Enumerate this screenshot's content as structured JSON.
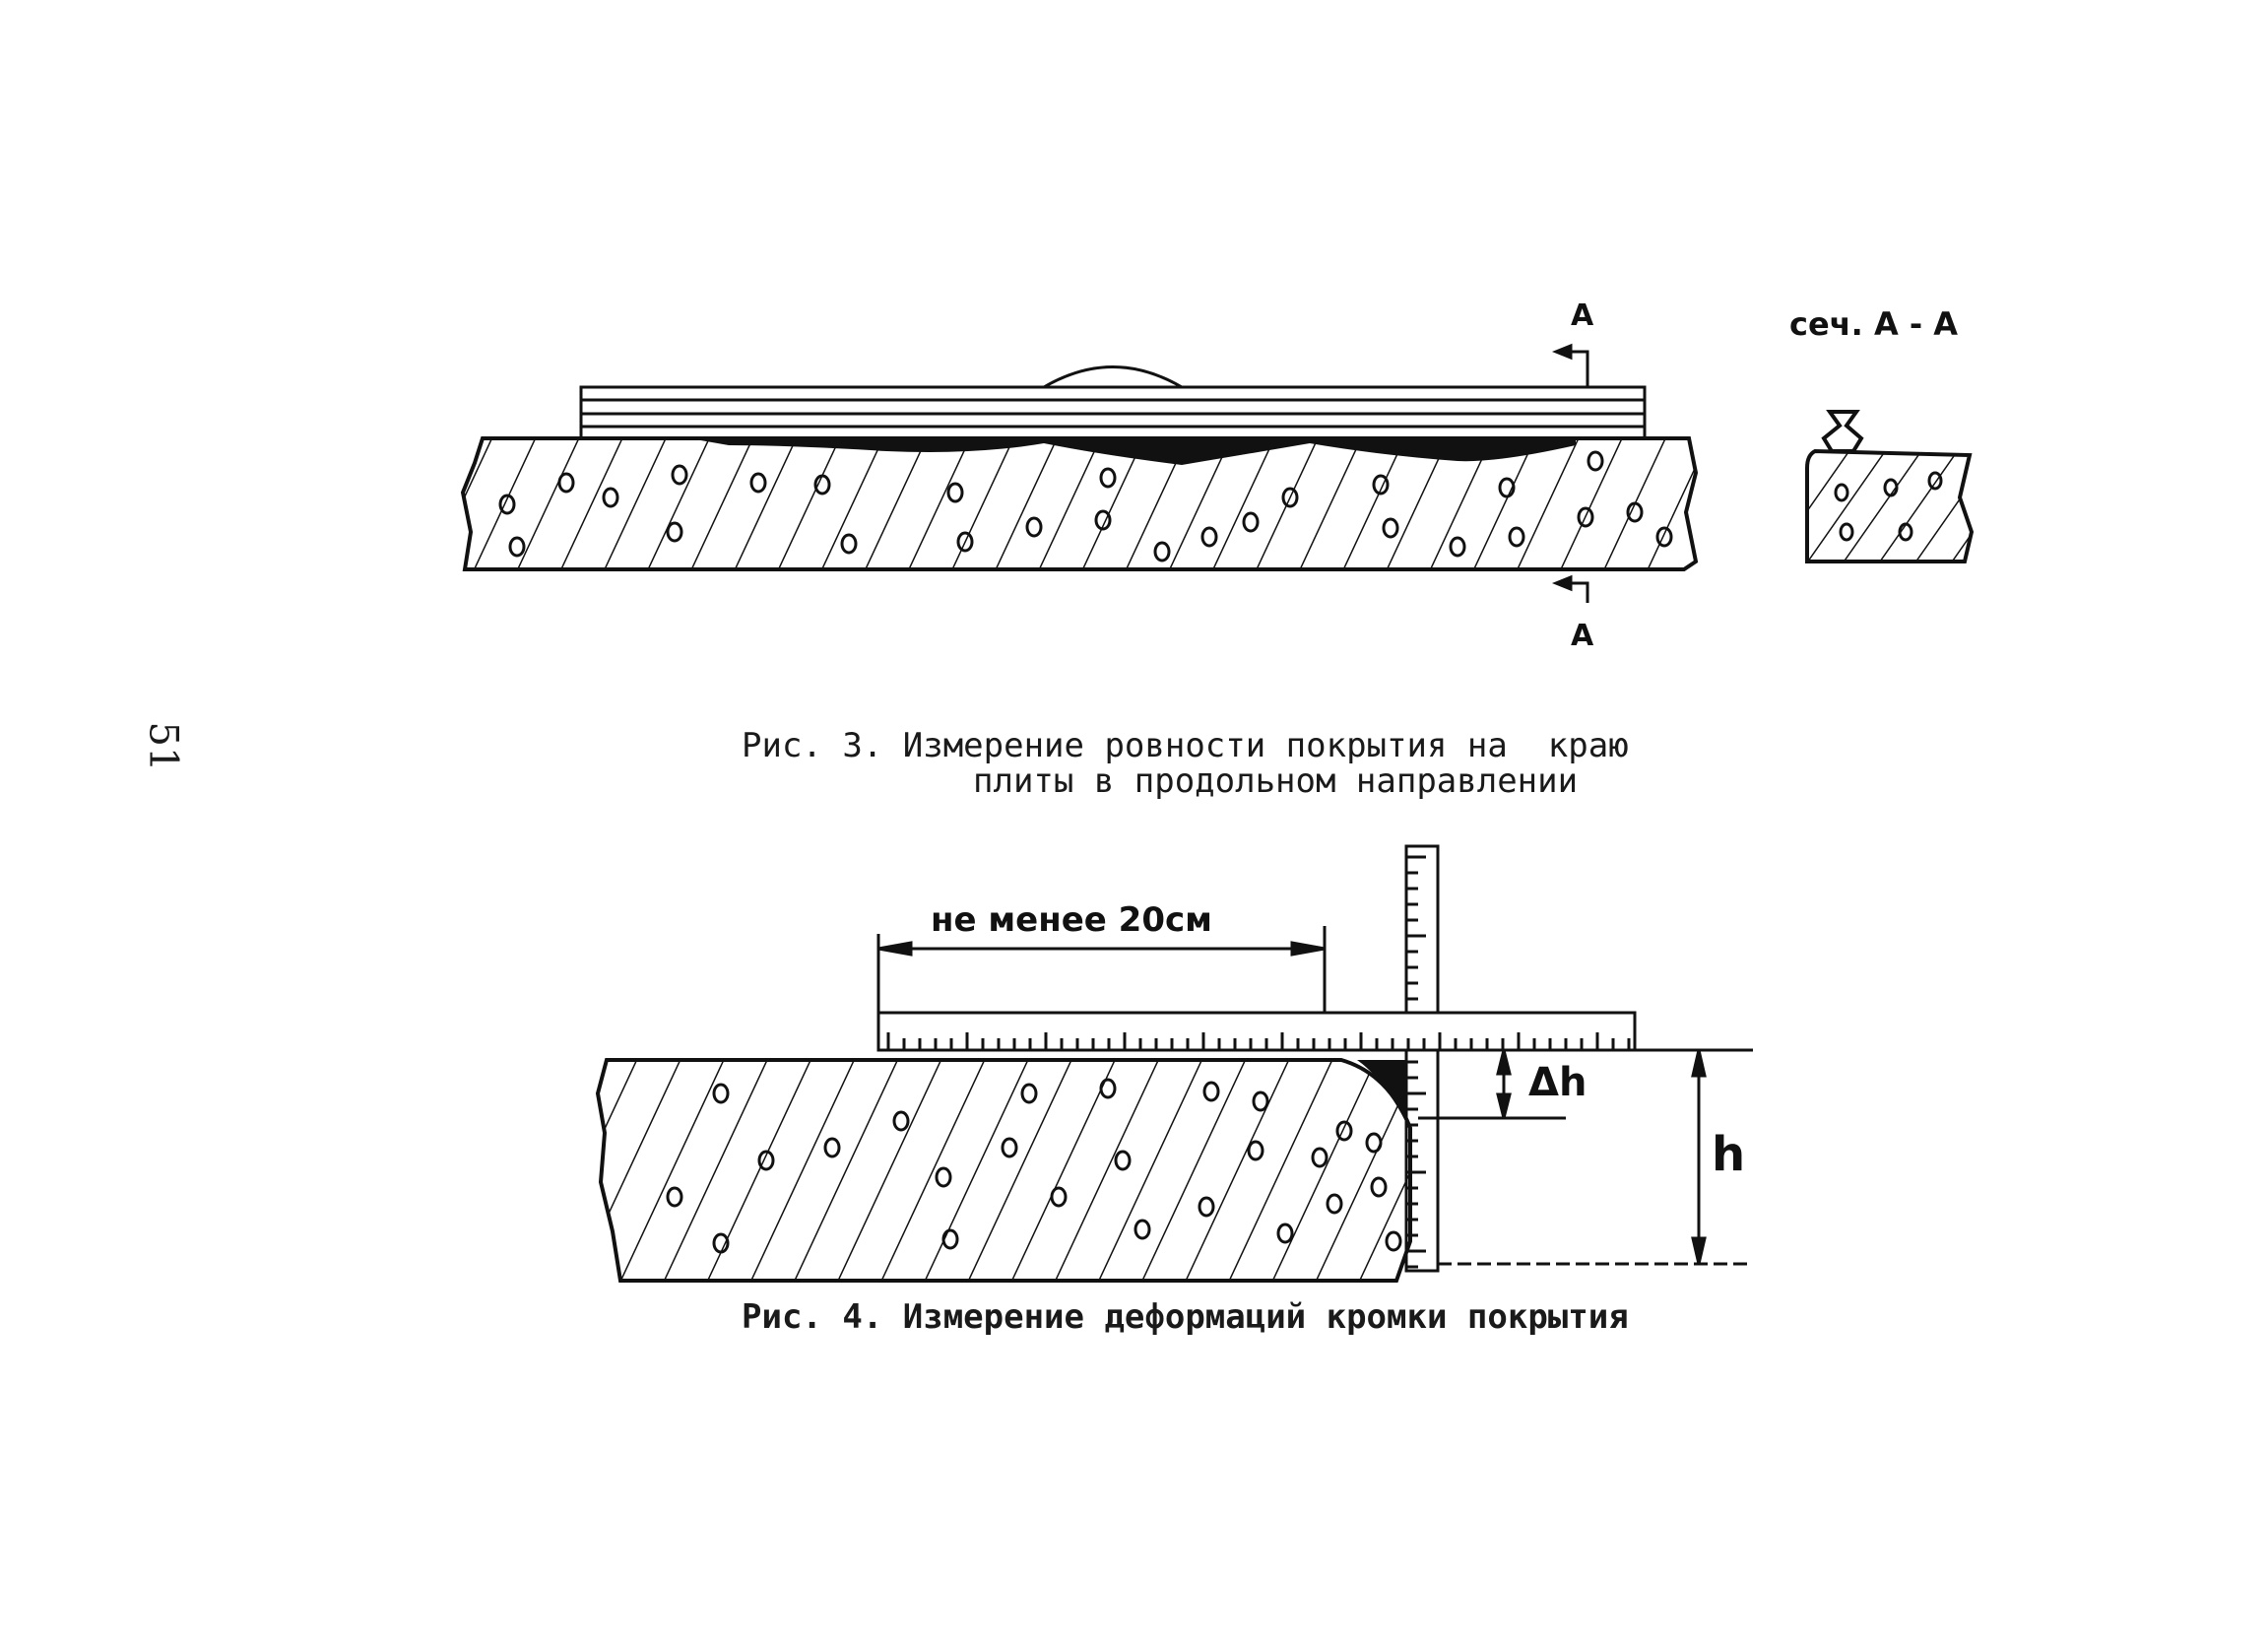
{
  "page_number": "51",
  "figure3": {
    "section_mark_top": "А",
    "section_mark_bottom": "А",
    "section_title": "сеч. А - А",
    "caption_line1": "Рис. 3. Измерение ровности покрытия на  краю",
    "caption_line2": "плиты в продольном направлении"
  },
  "figure4": {
    "dimension_label": "не менее 20см",
    "delta_h_label": "Δh",
    "h_label": "h",
    "caption": "Рис. 4. Измерение деформаций кромки покрытия"
  }
}
